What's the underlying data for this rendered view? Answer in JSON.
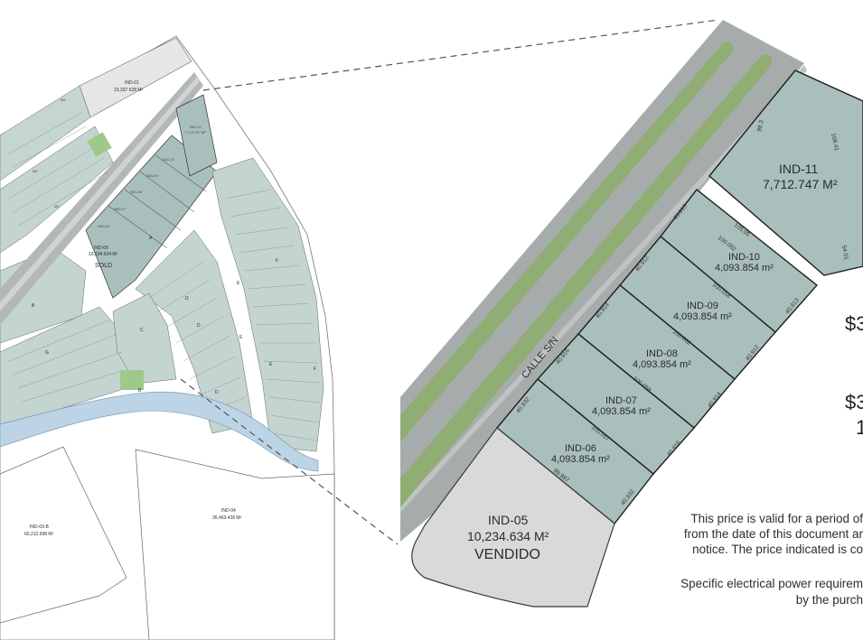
{
  "overview": {
    "lots": [
      {
        "id": "IND-01",
        "area": "19,337.528 M²"
      },
      {
        "id": "IND-11",
        "area": "7,712.747 M²"
      },
      {
        "id": "IND-10",
        "area": "4,093.854 M²"
      },
      {
        "id": "IND-09",
        "area": "4,093.854 M²"
      },
      {
        "id": "IND-08",
        "area": "4,093.854 M²"
      },
      {
        "id": "IND-07",
        "area": "4,093.854 M²"
      },
      {
        "id": "IND-06",
        "area": "4,093.854 M²"
      },
      {
        "id": "IND-05",
        "area": "10,234.634 M²",
        "status": "SOLD"
      },
      {
        "id": "IND-04",
        "area": "36,463.428 M²"
      },
      {
        "id": "IND-03-B",
        "area": "60,212.998 M²"
      }
    ],
    "block_letters": [
      "A",
      "B",
      "C",
      "D",
      "E",
      "F",
      "G",
      "B",
      "D",
      "E",
      "F",
      "E",
      "D"
    ],
    "street_codes": [
      "M3",
      "M2",
      "M1"
    ]
  },
  "detail": {
    "street_name": "CALLE S/N",
    "lots": [
      {
        "id": "IND-11",
        "area": "7,712.747 M²",
        "status": ""
      },
      {
        "id": "IND-10",
        "area": "4,093.854 m²",
        "status": ""
      },
      {
        "id": "IND-09",
        "area": "4,093.854 m²",
        "status": ""
      },
      {
        "id": "IND-08",
        "area": "4,093.854 m²",
        "status": ""
      },
      {
        "id": "IND-07",
        "area": "4,093.854 m²",
        "status": ""
      },
      {
        "id": "IND-06",
        "area": "4,093.854 m²",
        "status": ""
      },
      {
        "id": "IND-05",
        "area": "10,234.634 M²",
        "status": "VENDIDO"
      }
    ],
    "dimensions": [
      "40.913",
      "40.912",
      "40.914",
      "40.916",
      "40.932",
      "100.052",
      "100.058",
      "100.062",
      "100.058",
      "100.057",
      "99.997",
      "40.913",
      "40.912",
      "40.914",
      "40.916",
      "40.932",
      "105.05",
      "98.3",
      "108.41",
      "54.01"
    ]
  },
  "side_panel": {
    "price_1": "$3",
    "price_2": "$3",
    "price_2_sub": "1",
    "notes": [
      "This price is valid for a period of",
      "from the date of this document ar",
      "notice. The price indicated is co",
      "Specific electrical power requirem",
      "by the purch"
    ]
  },
  "colors": {
    "lot_fill": "#a9bfbb",
    "lot_sold": "#d9d9d9",
    "road": "#a2a8a8",
    "median_green": "#90ad73",
    "canal": "#bcd4e6",
    "park": "#9ec98a",
    "lot_stroke": "#1f1f1f"
  }
}
